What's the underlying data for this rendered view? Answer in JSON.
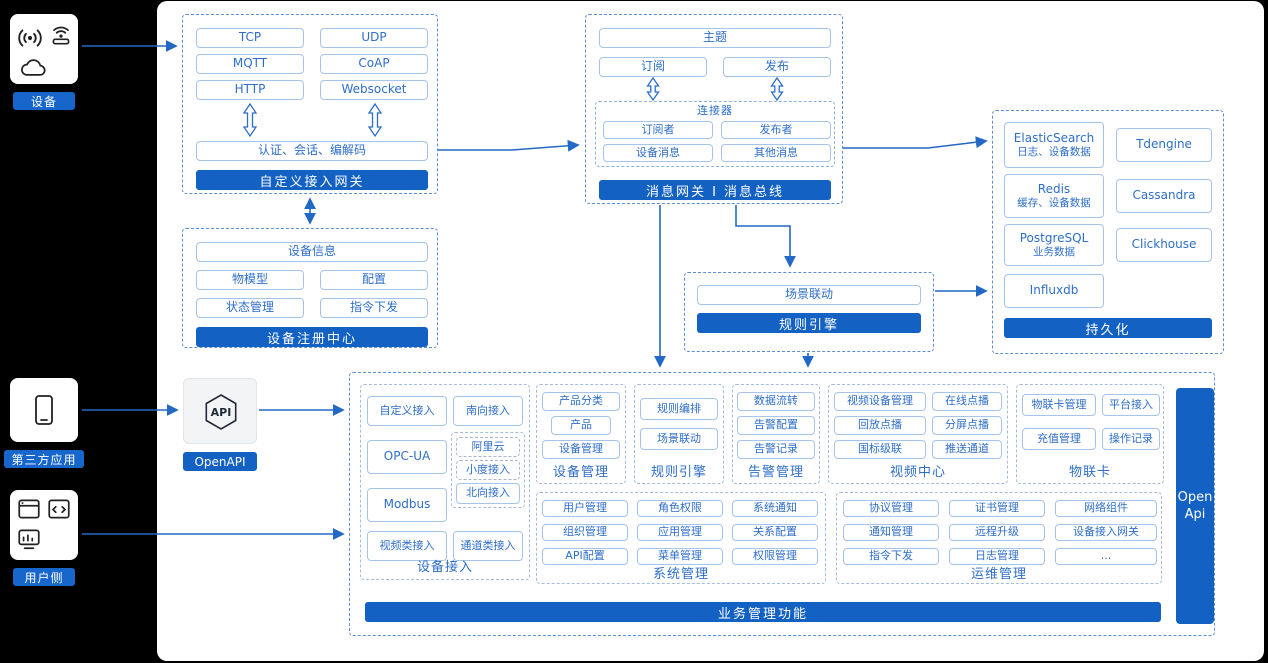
{
  "colors": {
    "page_bg": "#000000",
    "canvas_bg": "#ffffff",
    "banner_blue": "#1461c4",
    "arrow_blue": "#2268c4",
    "chip_text_blue": "#2e6ec8",
    "chip_border_blue": "#a6c4ea",
    "dashed_border_blue": "#5d8ed3"
  },
  "sidebar": {
    "device": {
      "label": "设备",
      "icons": [
        "broadcast-icon",
        "hotspot-icon",
        "cloud-icon"
      ]
    },
    "third_party": {
      "label": "第三方应用",
      "icons": [
        "smartphone-icon"
      ]
    },
    "user_side": {
      "label": "用户侧",
      "icons": [
        "app-window-icon",
        "code-window-icon",
        "chart-monitor-icon"
      ]
    }
  },
  "custom_gateway": {
    "banner": "自定义接入网关",
    "protocols": [
      "TCP",
      "UDP",
      "MQTT",
      "CoAP",
      "HTTP",
      "Websocket"
    ],
    "auth": "认证、会话、编解码"
  },
  "device_registry": {
    "banner": "设备注册中心",
    "device_info": "设备信息",
    "items": [
      "物模型",
      "配置",
      "状态管理",
      "指令下发"
    ]
  },
  "message_bus": {
    "banner": "消息网关 I 消息总线",
    "topic": "主题",
    "subscribe": "订阅",
    "publish": "发布",
    "connector": {
      "title": "连接器",
      "items": [
        "订阅者",
        "发布者",
        "设备消息",
        "其他消息"
      ]
    }
  },
  "rule_engine_box": {
    "banner": "规则引擎",
    "scene": "场景联动"
  },
  "persistence": {
    "banner": "持久化",
    "stores": [
      {
        "name": "ElasticSearch",
        "desc": "日志、设备数据"
      },
      {
        "name": "Tdengine"
      },
      {
        "name": "Redis",
        "desc": "缓存、设备数据"
      },
      {
        "name": "Cassandra"
      },
      {
        "name": "PostgreSQL",
        "desc": "业务数据"
      },
      {
        "name": "Clickhouse"
      },
      {
        "name": "Influxdb"
      }
    ]
  },
  "openapi": {
    "banner": "OpenAPI",
    "icon_text": "API"
  },
  "business": {
    "banner": "业务管理功能",
    "device_access": {
      "label": "设备接入",
      "items": [
        "自定义接入",
        "南向接入",
        "OPC-UA",
        "阿里云",
        "小度接入",
        "北向接入",
        "Modbus",
        "视频类接入",
        "通道类接入"
      ]
    },
    "device_mgmt": {
      "label": "设备管理",
      "items": [
        "产品分类",
        "产品",
        "设备管理"
      ]
    },
    "rule_engine": {
      "label": "规则引擎",
      "items": [
        "规则编排",
        "场景联动"
      ]
    },
    "alarm_mgmt": {
      "label": "告警管理",
      "items": [
        "数据流转",
        "告警配置",
        "告警记录"
      ]
    },
    "video_center": {
      "label": "视频中心",
      "items": [
        "视频设备管理",
        "在线点播",
        "回放点播",
        "分屏点播",
        "国标级联",
        "推送通道"
      ]
    },
    "iot_card": {
      "label": "物联卡",
      "items": [
        "物联卡管理",
        "平台接入",
        "充值管理",
        "操作记录"
      ]
    },
    "system_mgmt": {
      "label": "系统管理",
      "items": [
        "用户管理",
        "角色权限",
        "系统通知",
        "组织管理",
        "应用管理",
        "关系配置",
        "API配置",
        "菜单管理",
        "权限管理"
      ]
    },
    "ops_mgmt": {
      "label": "运维管理",
      "items": [
        "协议管理",
        "证书管理",
        "网络组件",
        "通知管理",
        "远程升级",
        "设备接入网关",
        "指令下发",
        "日志管理",
        "..."
      ]
    }
  },
  "open_api_bar": {
    "line1": "Open",
    "line2": "Api"
  }
}
